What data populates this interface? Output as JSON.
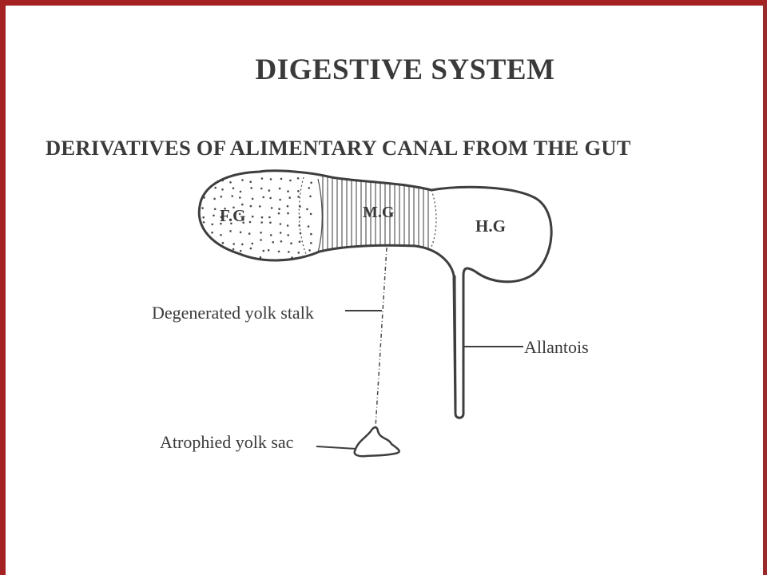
{
  "title": "DIGESTIVE SYSTEM",
  "subtitle": "DERIVATIVES OF ALIMENTARY CANAL FROM THE GUT",
  "diagram": {
    "foregut_label": "F.G",
    "midgut_label": "M.G",
    "hindgut_label": "H.G",
    "yolk_stalk_label": "Degenerated yolk stalk",
    "allantois_label": "Allantois",
    "yolk_sac_label": "Atrophied yolk sac"
  },
  "colors": {
    "frame": "#a42222",
    "ink": "#3a3a3a"
  }
}
